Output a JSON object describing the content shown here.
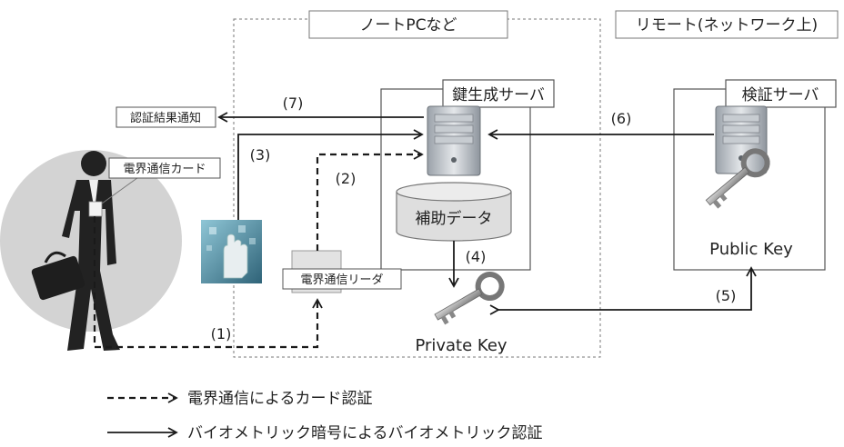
{
  "regions": {
    "local": "ノートPCなど",
    "remote": "リモート(ネットワーク上)"
  },
  "boxes": {
    "keygen_server": "鍵生成サーバ",
    "verify_server": "検証サーバ",
    "aux_data": "補助データ",
    "auth_result": "認証結果通知",
    "card": "電界通信カード",
    "reader": "電界通信リーダ"
  },
  "keys": {
    "public": "Public Key",
    "private": "Private Key"
  },
  "steps": [
    "(1)",
    "(2)",
    "(3)",
    "(4)",
    "(5)",
    "(6)",
    "(7)"
  ],
  "legend": {
    "dashed": "電界通信によるカード認証",
    "solid": "バイオメトリック暗号によるバイオメトリック認証"
  },
  "colors": {
    "line": "#1a1a1a",
    "box_border": "#555555",
    "server": "#b9bec5",
    "cylinder": "#dedede",
    "person_bg": "#d3d3d3",
    "hand_bg": "#4a8aa0"
  }
}
